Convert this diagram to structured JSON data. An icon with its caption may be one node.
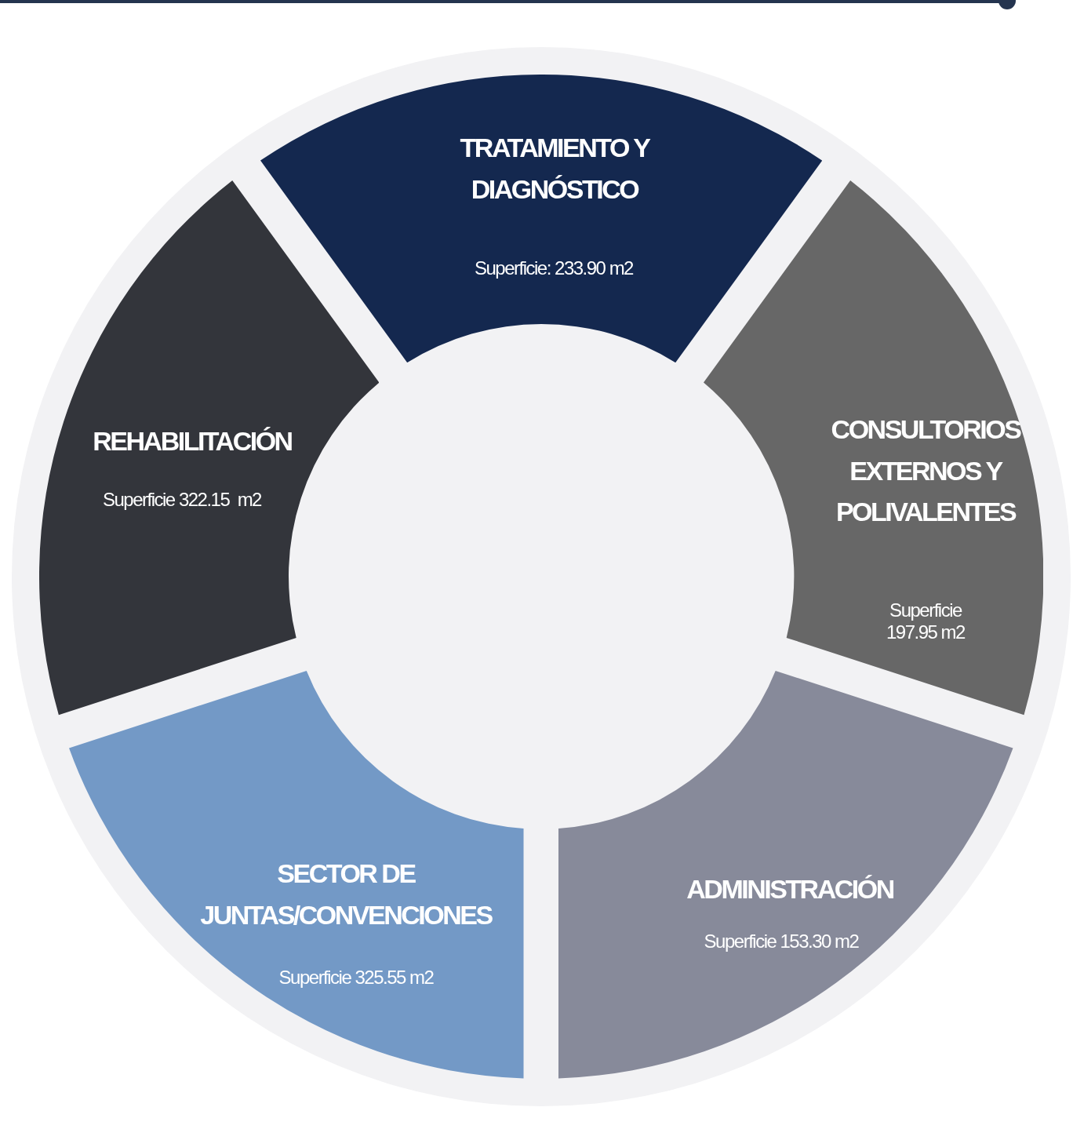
{
  "diagram": {
    "nodes": [
      {
        "text": [
          "TRATAMIENTO Y DIAGNÓSTICO",
          "Superficie: 233.90 m2"
        ]
      },
      {
        "text": [
          "CONSULTORIOS EXTERNOS Y POLIVALENTES",
          "Superficie 197.95 m2"
        ]
      },
      {
        "text": [
          "ADMINISTRACIÓN",
          "Superficie 153.30 m2"
        ]
      },
      {
        "text": [
          "SECTOR DE JUNTAS/CONVENCIONES",
          "Superficie 325.55 m2"
        ]
      },
      {
        "text": [
          "REHABILITACIÓN",
          "Superficie 322.15  m2"
        ]
      }
    ]
  }
}
